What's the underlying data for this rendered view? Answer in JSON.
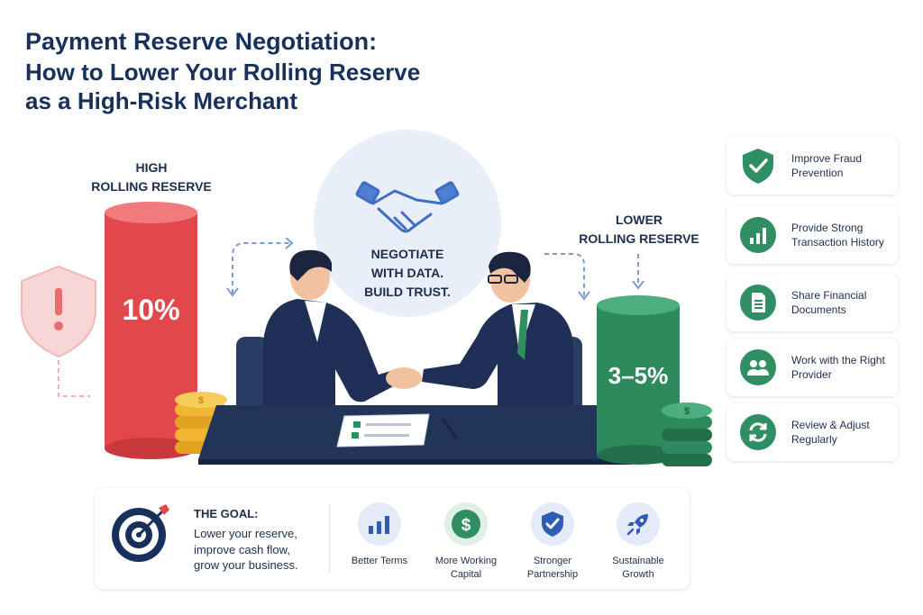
{
  "title": {
    "line1": "Payment Reserve Negotiation:",
    "line2": "How to Lower Your Rolling Reserve",
    "line3": "as a High-Risk Merchant"
  },
  "high": {
    "label_line1": "HIGH",
    "label_line2": "ROLLING RESERVE",
    "value": "10%"
  },
  "lower": {
    "label_line1": "LOWER",
    "label_line2": "ROLLING RESERVE",
    "value": "3–5%"
  },
  "center": {
    "line1": "NEGOTIATE",
    "line2": "WITH DATA.",
    "line3": "BUILD TRUST."
  },
  "steps": [
    {
      "label": "Improve Fraud Prevention",
      "icon": "shield-check-icon"
    },
    {
      "label": "Provide Strong Transaction History",
      "icon": "bar-chart-icon"
    },
    {
      "label": "Share Financial Documents",
      "icon": "document-icon"
    },
    {
      "label": "Work with the Right Provider",
      "icon": "people-icon"
    },
    {
      "label": "Review & Adjust Regularly",
      "icon": "refresh-icon"
    }
  ],
  "goal": {
    "title": "THE GOAL:",
    "line1": "Lower your reserve,",
    "line2": "improve cash flow,",
    "line3": "grow your business."
  },
  "benefits": [
    {
      "line1": "Better Terms",
      "line2": "",
      "icon": "bar-chart-icon"
    },
    {
      "line1": "More Working",
      "line2": "Capital",
      "icon": "dollar-icon"
    },
    {
      "line1": "Stronger",
      "line2": "Partnership",
      "icon": "shield-check-icon"
    },
    {
      "line1": "Sustainable",
      "line2": "Growth",
      "icon": "rocket-icon"
    }
  ],
  "colors": {
    "navy": "#17305c",
    "red": "#e04a4e",
    "green": "#2f8f62",
    "blue": "#3f6fc4",
    "gold": "#f2b632"
  }
}
